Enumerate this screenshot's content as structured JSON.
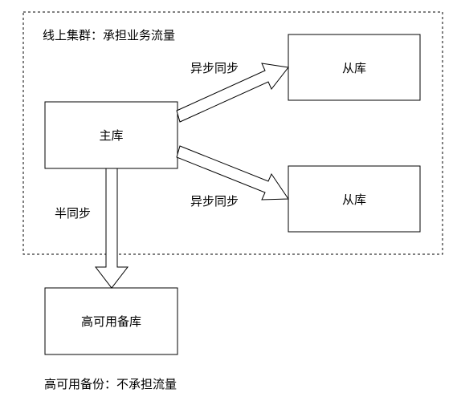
{
  "cluster": {
    "label": "线上集群：承担业务流量"
  },
  "nodes": {
    "primary": {
      "label": "主库"
    },
    "replica_top": {
      "label": "从库"
    },
    "replica_bottom": {
      "label": "从库"
    },
    "standby": {
      "label": "高可用备库"
    }
  },
  "edges": {
    "async_top": {
      "label": "异步同步"
    },
    "async_bottom": {
      "label": "异步同步"
    },
    "semi_sync": {
      "label": "半同步"
    }
  },
  "footer": {
    "label": "高可用备份：不承担流量"
  }
}
